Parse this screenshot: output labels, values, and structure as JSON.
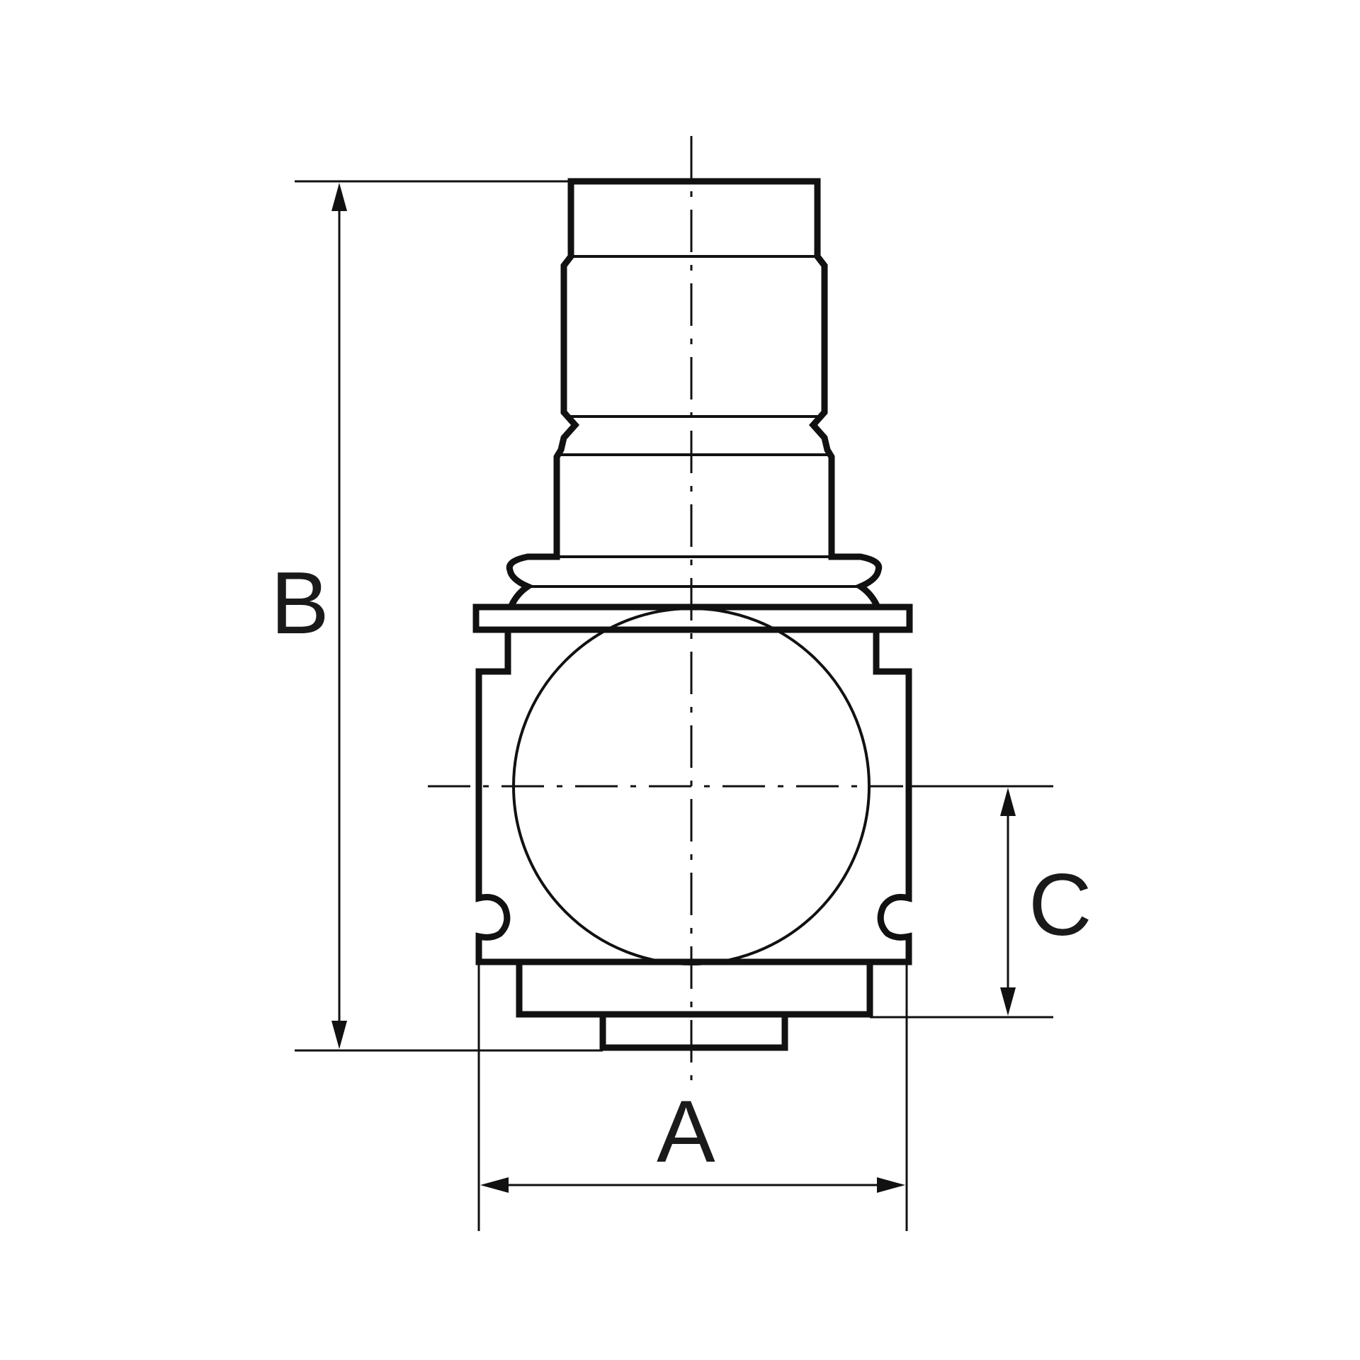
{
  "drawing": {
    "type": "technical dimension drawing",
    "subject": "pneumatic regulator / filter unit, front view",
    "line_color": "#111111",
    "background": "#ffffff"
  },
  "dimensions": {
    "A": {
      "label": "A",
      "orientation": "horizontal",
      "description": "body width"
    },
    "B": {
      "label": "B",
      "orientation": "vertical",
      "description": "overall height"
    },
    "C": {
      "label": "C",
      "orientation": "vertical",
      "description": "port centerline to bottom base"
    }
  }
}
